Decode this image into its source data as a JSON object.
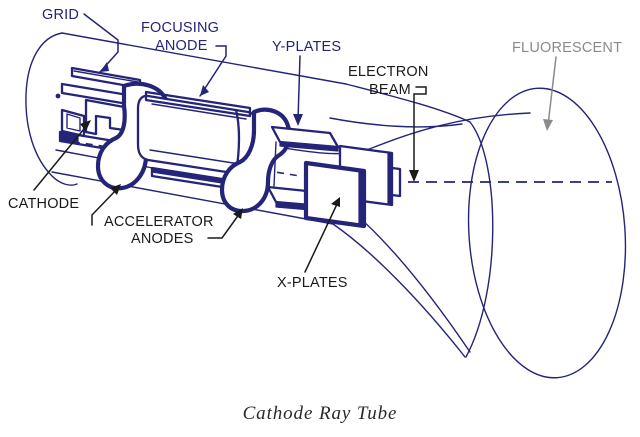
{
  "figure": {
    "caption": "Cathode Ray Tube",
    "subject": "Cathode Ray Tube cutaway technical diagram",
    "ink_color": "#242478",
    "gray_color": "#8a8a8a",
    "background": "#ffffff"
  },
  "labels": [
    {
      "id": "grid",
      "text": "GRID",
      "color": "#242478"
    },
    {
      "id": "focusing-anode-1",
      "text": "FOCUSING",
      "color": "#242478"
    },
    {
      "id": "focusing-anode-2",
      "text": "ANODE",
      "color": "#242478"
    },
    {
      "id": "y-plates",
      "text": "Y-PLATES",
      "color": "#242478"
    },
    {
      "id": "electron-beam-1",
      "text": "ELECTRON",
      "color": "#1a1a1a"
    },
    {
      "id": "electron-beam-2",
      "text": "BEAM",
      "color": "#1a1a1a"
    },
    {
      "id": "fluorescent",
      "text": "FLUORESCENT",
      "color": "#8a8a8a"
    },
    {
      "id": "cathode",
      "text": "CATHODE",
      "color": "#1a1a1a"
    },
    {
      "id": "accelerator-1",
      "text": "ACCELERATOR",
      "color": "#1a1a1a"
    },
    {
      "id": "accelerator-2",
      "text": "ANODES",
      "color": "#1a1a1a"
    },
    {
      "id": "x-plates",
      "text": "X-PLATES",
      "color": "#1a1a1a"
    }
  ],
  "label_text": {
    "grid": "GRID",
    "focusing_anode_line1": "FOCUSING",
    "focusing_anode_line2": "ANODE",
    "y_plates": "Y-PLATES",
    "electron_beam_line1": "ELECTRON",
    "electron_beam_line2": "BEAM",
    "fluorescent": "FLUORESCENT",
    "cathode": "CATHODE",
    "accelerator_anodes_line1": "ACCELERATOR",
    "accelerator_anodes_line2": "ANODES",
    "x_plates": "X-PLATES",
    "caption": "Cathode Ray Tube"
  },
  "components": [
    "electron gun cathode assembly",
    "control grid",
    "focusing anode",
    "accelerator anodes",
    "Y deflection plates",
    "X deflection plates",
    "electron beam axis",
    "flared glass funnel",
    "fluorescent screen"
  ]
}
